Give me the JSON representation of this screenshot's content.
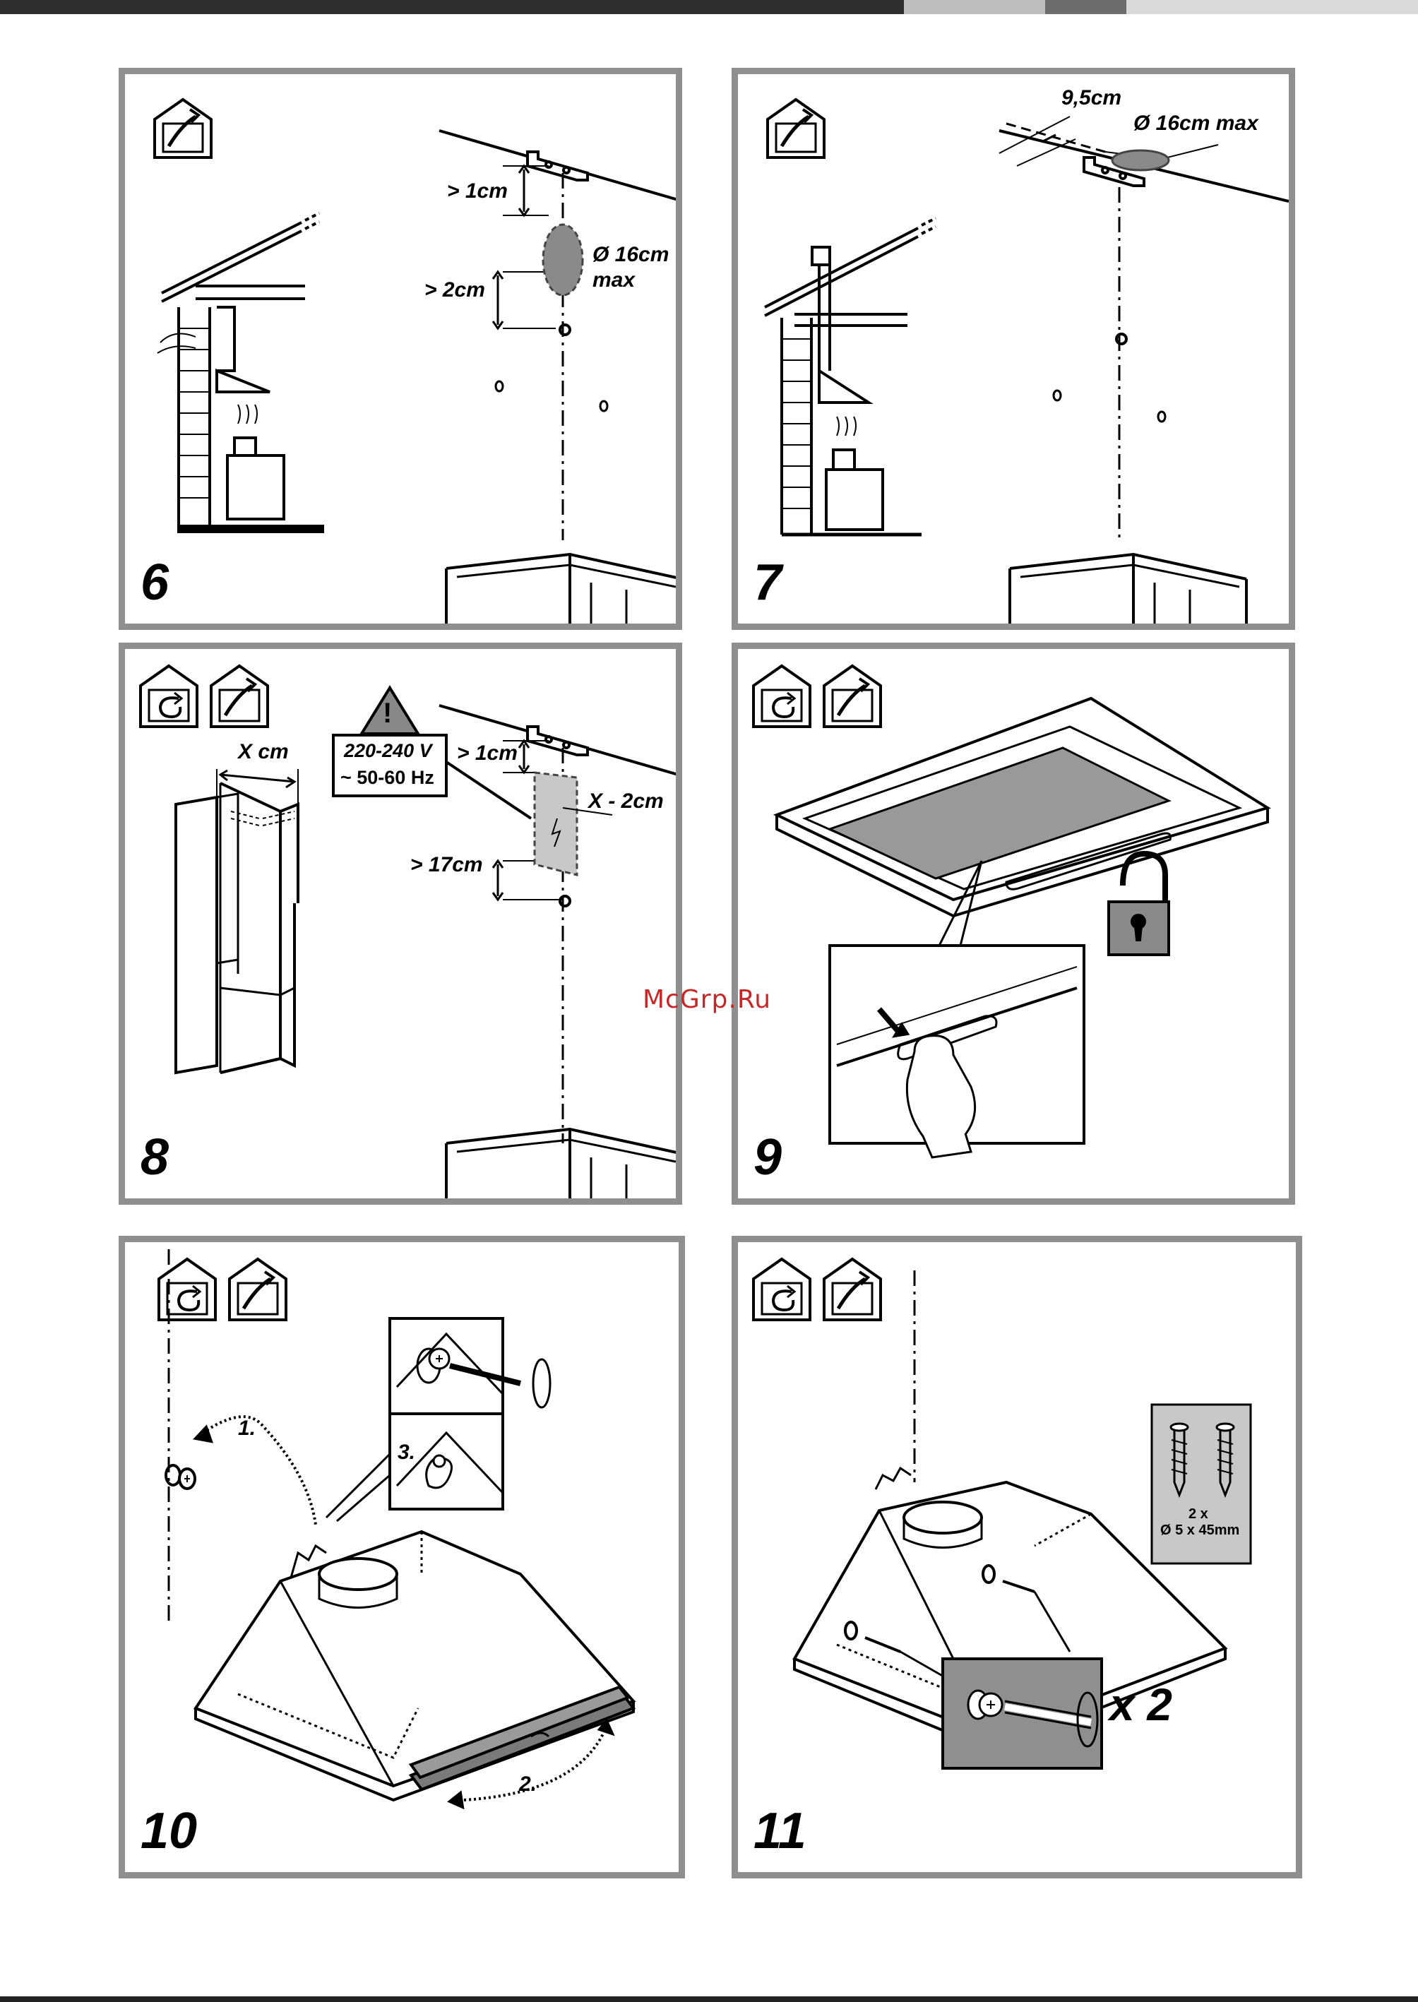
{
  "header": {
    "bar_colors": [
      "#2e2e2e",
      "#bdbdbd",
      "#6d6d6d",
      "#d9d9d9"
    ]
  },
  "watermark": "McGrp.Ru",
  "icons": {
    "extraction": "house-extraction-icon",
    "recirculation": "house-recirculation-icon",
    "padlock": "open-padlock-icon"
  },
  "panels": [
    {
      "step": "6",
      "labels": {
        "gap_top": "> 1cm",
        "diameter": "Ø 16cm",
        "diameter_max": "max",
        "gap_bottom": "> 2cm"
      }
    },
    {
      "step": "7",
      "labels": {
        "offset": "9,5cm",
        "diameter": "Ø 16cm max"
      }
    },
    {
      "step": "8",
      "labels": {
        "width": "X cm",
        "gap_top": "> 1cm",
        "voltage": "220-240 V",
        "frequency": "~ 50-60 Hz",
        "socket_offset": "X - 2cm",
        "gap_bottom": "> 17cm",
        "warning": "!"
      }
    },
    {
      "step": "9",
      "labels": {}
    },
    {
      "step": "10",
      "labels": {
        "s1": "1.",
        "s2": "2.",
        "s3": "3."
      }
    },
    {
      "step": "11",
      "labels": {
        "screw_qty": "2 x",
        "screw_size": "Ø 5 x 45mm",
        "multiplier": "x 2"
      }
    }
  ]
}
